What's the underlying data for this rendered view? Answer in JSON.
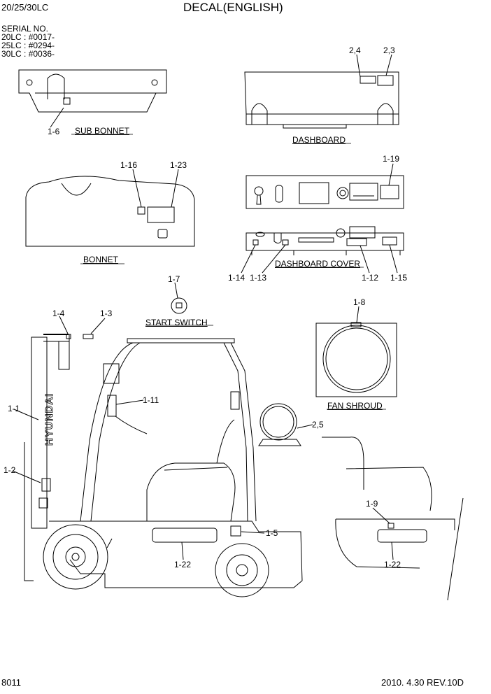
{
  "header": {
    "model": "20/25/30LC",
    "title": "DECAL(ENGLISH)",
    "serial_heading": "SERIAL NO.",
    "serials": [
      "20LC : #0017-",
      "25LC : #0294-",
      "30LC : #0036-"
    ]
  },
  "captions": {
    "sub_bonnet": "SUB BONNET",
    "dashboard": "DASHBOARD",
    "bonnet": "BONNET",
    "dashboard_cover": "DASHBOARD COVER",
    "start_switch": "START SWITCH",
    "fan_shroud": "FAN SHROUD"
  },
  "callouts": {
    "c_1_6": "1-6",
    "c_2_4": "2,4",
    "c_2_3": "2,3",
    "c_1_16": "1-16",
    "c_1_23": "1-23",
    "c_1_19": "1-19",
    "c_1_14": "1-14",
    "c_1_13": "1-13",
    "c_1_12": "1-12",
    "c_1_15": "1-15",
    "c_1_7": "1-7",
    "c_1_8": "1-8",
    "c_1_4": "1-4",
    "c_1_3": "1-3",
    "c_1_1": "1-1",
    "c_1_11": "1-11",
    "c_2_5": "2,5",
    "c_1_2": "1-2",
    "c_1_9": "1-9",
    "c_1_5": "1-5",
    "c_1_22a": "1-22",
    "c_1_22b": "1-22"
  },
  "mast_logo": "HYUNDAI",
  "footer": {
    "page": "8011",
    "date_rev": "2010. 4.30  REV.10D"
  },
  "colors": {
    "line": "#000000",
    "background": "#ffffff"
  }
}
